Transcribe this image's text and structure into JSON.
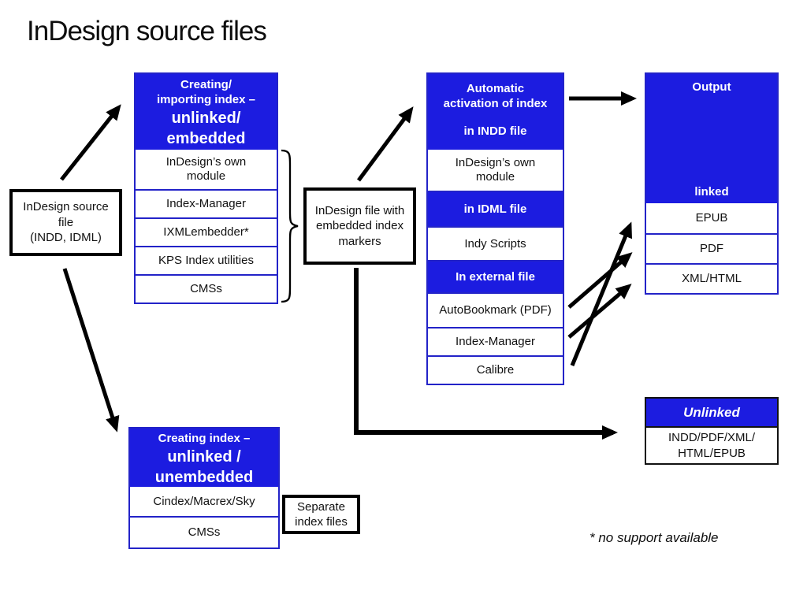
{
  "title": "InDesign source files",
  "colors": {
    "blue": "#1c1ce0",
    "cell_border": "#2323c8",
    "arrow": "#000000"
  },
  "source_box": {
    "text": "InDesign source\nfile\n(INDD, IDML)"
  },
  "creating_importing": {
    "header_small": "Creating/\nimporting index –",
    "header_large": "unlinked/\nembedded",
    "items": [
      "InDesign’s own\nmodule",
      "Index-Manager",
      "IXMLembedder*",
      "KPS Index utilities",
      "CMSs"
    ]
  },
  "markers_box": {
    "text": "InDesign file with\nembedded index\nmarkers"
  },
  "automatic": {
    "header_line1": "Automatic\nactivation of index",
    "header_line2": "in INDD file",
    "rows": [
      {
        "label": "InDesign’s own\nmodule",
        "type": "white"
      },
      {
        "label": "in IDML file",
        "type": "blue"
      },
      {
        "label": "Indy Scripts",
        "type": "white"
      },
      {
        "label": "In external file",
        "type": "blue"
      },
      {
        "label": "AutoBookmark (PDF)",
        "type": "white"
      },
      {
        "label": "Index-Manager",
        "type": "white"
      },
      {
        "label": "Calibre",
        "type": "white"
      }
    ]
  },
  "output": {
    "header_top": "Output",
    "header_bottom": "linked",
    "items": [
      "EPUB",
      "PDF",
      "XML/HTML"
    ]
  },
  "unlinked": {
    "header": "Unlinked",
    "text": "INDD/PDF/XML/\nHTML/EPUB"
  },
  "creating_unembedded": {
    "header_small": "Creating index –",
    "header_large": "unlinked /\nunembedded",
    "items": [
      "Cindex/Macrex/Sky",
      "CMSs"
    ]
  },
  "separate_box": {
    "text": "Separate\nindex files"
  },
  "footnote": "* no support available"
}
